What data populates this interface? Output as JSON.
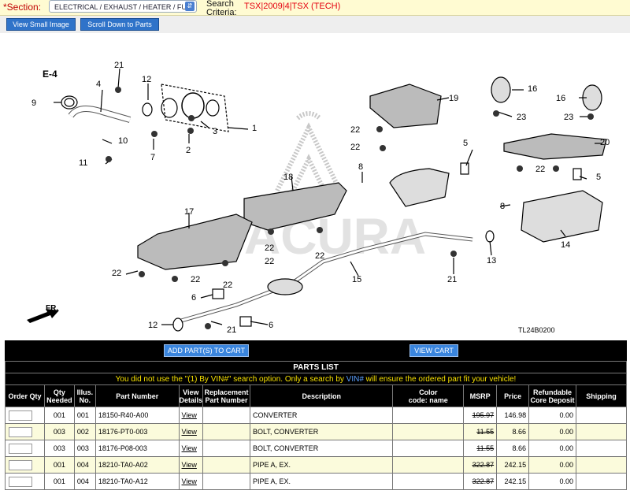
{
  "filter": {
    "section_label": "*Section:",
    "section_value": "ELECTRICAL / EXHAUST / HEATER / FUI",
    "criteria_label_1": "Search",
    "criteria_label_2": "Criteria:",
    "criteria_value": "TSX|2009|4|TSX (TECH)"
  },
  "buttons": {
    "view_small_image": "View Small Image",
    "scroll_down": "Scroll Down to Parts",
    "add_parts": "ADD PART(S) TO CART",
    "view_cart": "VIEW CART"
  },
  "diagram": {
    "section_ref": "E-4",
    "direction_label": "FR.",
    "watermark": "ACURA",
    "callouts": [
      "1",
      "2",
      "3",
      "4",
      "5",
      "6",
      "7",
      "8",
      "9",
      "10",
      "11",
      "12",
      "13",
      "14",
      "15",
      "16",
      "17",
      "18",
      "19",
      "20",
      "21",
      "22",
      "23"
    ],
    "code": "TL24B0200"
  },
  "parts_list": {
    "title": "PARTS LIST",
    "warning_pre": "You did not use the \"(1) By VIN#\" search option. Only a search by ",
    "warning_vin": "VIN#",
    "warning_post": " will ensure the ordered part fit your vehicle!",
    "headers": {
      "order_qty": "Order Qty",
      "qty_needed_1": "Qty",
      "qty_needed_2": "Needed",
      "illus_1": "Illus.",
      "illus_2": "No.",
      "part_number": "Part Number",
      "view_details_1": "View",
      "view_details_2": "Details",
      "replacement_1": "Replacement",
      "replacement_2": "Part Number",
      "description": "Description",
      "color_1": "Color",
      "color_2": "code: name",
      "msrp": "MSRP",
      "price": "Price",
      "refundable_1": "Refundable",
      "refundable_2": "Core Deposit",
      "shipping": "Shipping"
    },
    "rows": [
      {
        "qty": "001",
        "illus": "001",
        "part": "18150-R40-A00",
        "view": "View",
        "desc": "CONVERTER",
        "msrp": "195.97",
        "price": "146.98",
        "core": "0.00"
      },
      {
        "qty": "003",
        "illus": "002",
        "part": "18176-PT0-003",
        "view": "View",
        "desc": "BOLT, CONVERTER",
        "msrp": "11.55",
        "price": "8.66",
        "core": "0.00"
      },
      {
        "qty": "003",
        "illus": "003",
        "part": "18176-P08-003",
        "view": "View",
        "desc": "BOLT, CONVERTER",
        "msrp": "11.55",
        "price": "8.66",
        "core": "0.00"
      },
      {
        "qty": "001",
        "illus": "004",
        "part": "18210-TA0-A02",
        "view": "View",
        "desc": "PIPE A, EX.",
        "msrp": "322.87",
        "price": "242.15",
        "core": "0.00"
      },
      {
        "qty": "001",
        "illus": "004",
        "part": "18210-TA0-A12",
        "view": "View",
        "desc": "PIPE A, EX.",
        "msrp": "322.87",
        "price": "242.15",
        "core": "0.00"
      }
    ]
  }
}
